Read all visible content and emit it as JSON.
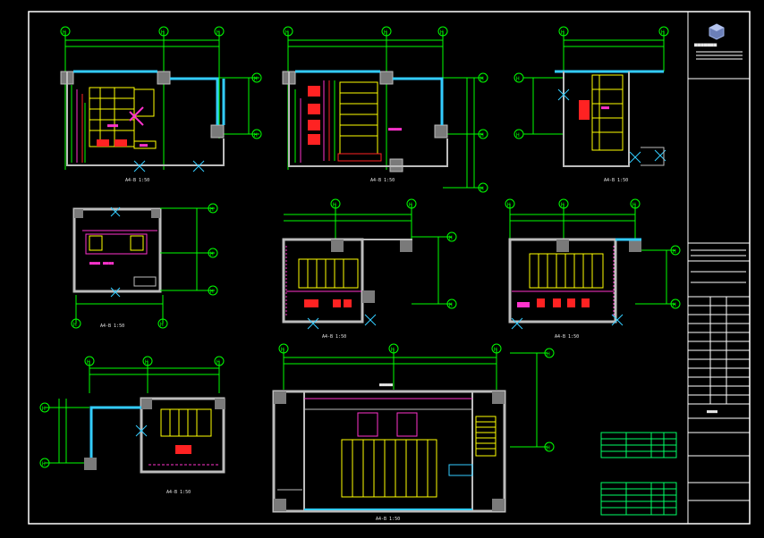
{
  "sheet": {
    "title": "CAD drawing sheet",
    "bg_color": "#000000",
    "frame_color": "#ffffff"
  },
  "colors": {
    "axis": "#00ff00",
    "wall": "#bcbcbc",
    "wall_fill": "#7a7a7a",
    "pipe_cyan": "#33ccff",
    "equip_yellow": "#ffff00",
    "magenta": "#ff33cc",
    "red": "#ff2222",
    "white": "#ffffff",
    "text_white": "#e8e8e8",
    "table_green": "#00ff66"
  },
  "labels": {
    "axis_marker": "H",
    "plan_1_caption": "A4-B 1:50",
    "plan_2_caption": "A4-B 1:50",
    "plan_3_caption": "A4-B 1:50",
    "plan_4_caption": "A4-B 1:50",
    "plan_5_caption": "A4-B 1:50",
    "plan_6_caption": "A4-B 1:50",
    "plan_7_caption": "A4-B 1:50",
    "plan_8_caption": "A4-B 1:50"
  },
  "title_block": {
    "logo_icon": "cube-logo-icon",
    "company_name": "■■■■■■■",
    "code": "■■■■"
  }
}
